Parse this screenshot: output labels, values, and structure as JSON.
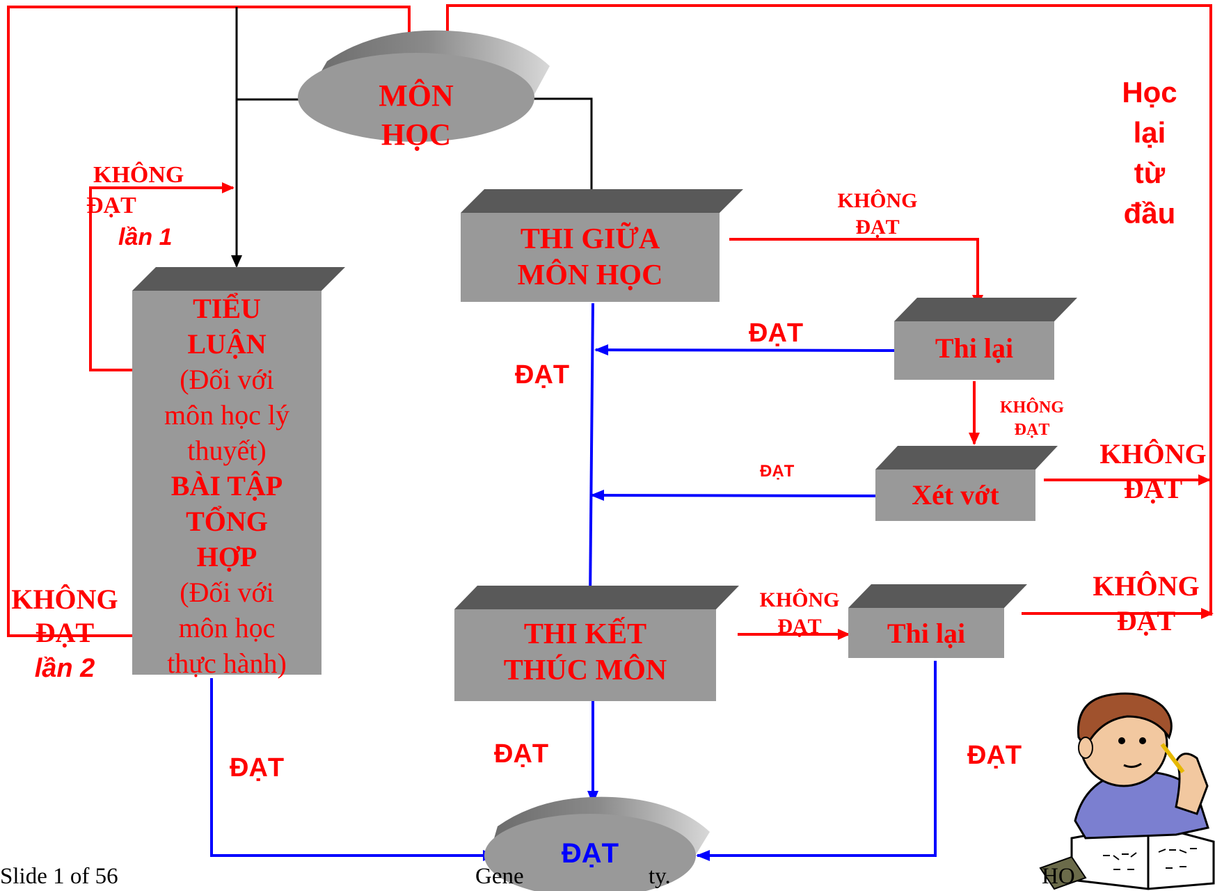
{
  "nodes": {
    "mon_hoc": [
      "MÔN",
      "HỌC"
    ],
    "thi_giua": [
      "THI GIỮA",
      "MÔN HỌC"
    ],
    "tieu_luan": {
      "line1": "TIỂU",
      "line2": "LUẬN",
      "line3": "(Đối với",
      "line4": "môn học lý",
      "line5": "thuyết)",
      "line6": "BÀI TẬP",
      "line7": "TỔNG",
      "line8": "HỢP",
      "line9": "(Đối với",
      "line10": "môn học",
      "line11": "thực hành)"
    },
    "thi_lai_1": "Thi lại",
    "xet_vot": "Xét vớt",
    "thi_ket_thuc": [
      "THI KẾT",
      "THÚC MÔN"
    ],
    "thi_lai_2": "Thi lại",
    "dat_final": "ĐẠT"
  },
  "labels": {
    "khong_dat_lan1": [
      "KHÔNG",
      "ĐẠT"
    ],
    "lan1": "lần 1",
    "khong_dat_lan2": [
      "KHÔNG",
      "ĐẠT"
    ],
    "lan2": "lần 2",
    "hoc_lai": [
      "Học",
      "lại",
      "từ",
      "đầu"
    ],
    "khong_dat_giua": [
      "KHÔNG",
      "ĐẠT"
    ],
    "dat_thilai1": "ĐẠT",
    "dat_main": "ĐẠT",
    "khong_dat_thilai1": [
      "KHÔNG",
      "ĐẠT"
    ],
    "dat_xetvot": "ĐẠT",
    "khong_dat_xetvot": [
      "KHÔNG",
      "ĐẠT"
    ],
    "khong_dat_ketthuc": [
      "KHÔNG",
      "ĐẠT"
    ],
    "khong_dat_thilai2": [
      "KHÔNG",
      "ĐẠT"
    ],
    "dat_left": "ĐẠT",
    "dat_ketthuc": "ĐẠT",
    "dat_right": "ĐẠT"
  },
  "footer": {
    "slide": "Slide 1 of 56",
    "center": "Gene",
    "center_tail": "ty.",
    "right": "HO"
  },
  "colors": {
    "red": "#ff0000",
    "blue": "#0000ff",
    "black": "#000000",
    "box_face": "#999999",
    "box_top": "#595959",
    "ellipse": "#999999"
  }
}
